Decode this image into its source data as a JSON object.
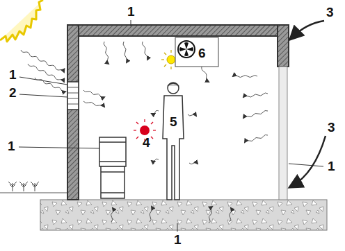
{
  "diagram": {
    "labels": [
      "1",
      "3",
      "6",
      "1",
      "2",
      "5",
      "3",
      "4",
      "1",
      "1",
      "1"
    ]
  }
}
